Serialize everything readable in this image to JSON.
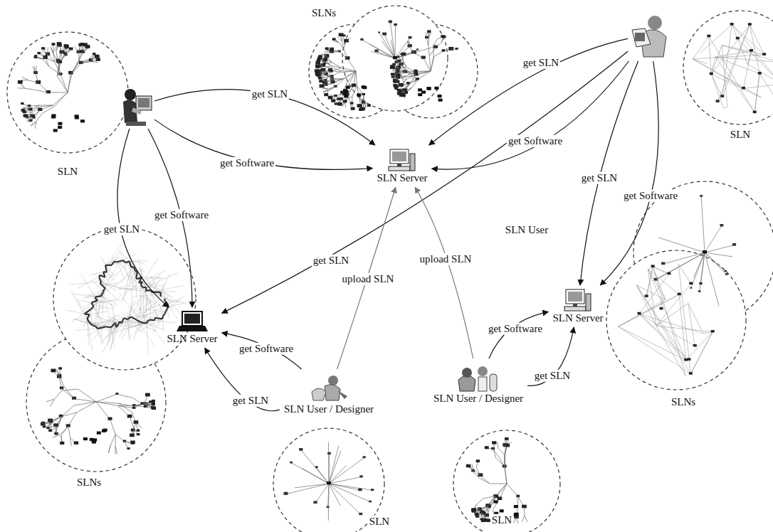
{
  "diagram": {
    "nodes": [
      {
        "text": [
          "SLN"
        ]
      },
      {
        "text": [
          "SLN Server"
        ]
      },
      {
        "text": [
          "SLN"
        ]
      },
      {
        "text": [
          "SLN Server"
        ]
      },
      {
        "text": [
          "SLN Server"
        ]
      },
      {
        "text": [
          "SLN User / Designer"
        ]
      },
      {
        "text": [
          "SLN User / Designer"
        ]
      }
    ],
    "edges": [
      {
        "from": 0,
        "to": 1,
        "arrow": "to",
        "label": "get SLN"
      },
      {
        "from": 0,
        "to": 1,
        "arrow": "to",
        "label": "get Software"
      },
      {
        "from": 0,
        "to": 3,
        "arrow": "to",
        "label": "get SLN"
      },
      {
        "from": 0,
        "to": 3,
        "arrow": "to",
        "label": "get Software"
      },
      {
        "from": 2,
        "to": 1,
        "arrow": "to",
        "label": "get SLN"
      },
      {
        "from": 2,
        "to": 1,
        "arrow": "to",
        "label": "get Software"
      },
      {
        "from": 2,
        "to": 3,
        "arrow": "to",
        "label": "get SLN"
      },
      {
        "from": 2,
        "to": 4,
        "arrow": "to",
        "label": "get SLN"
      },
      {
        "from": 2,
        "to": 4,
        "arrow": "to",
        "label": "get Software"
      },
      {
        "from": 5,
        "to": 3,
        "arrow": "to",
        "label": "get Software"
      },
      {
        "from": 5,
        "to": 3,
        "arrow": "to",
        "label": "get SLN"
      },
      {
        "from": 5,
        "to": 1,
        "arrow": "to",
        "label": "upload SLN"
      },
      {
        "from": 6,
        "to": 1,
        "arrow": "to",
        "label": "upload SLN"
      },
      {
        "from": 6,
        "to": 4,
        "arrow": "to",
        "label": "get Software"
      },
      {
        "from": 6,
        "to": 4,
        "arrow": "to",
        "label": "get SLN"
      }
    ],
    "labels": [
      "SLNs",
      "SLN User",
      "SLNs",
      "SLNs",
      "SLN",
      "SLN"
    ]
  }
}
